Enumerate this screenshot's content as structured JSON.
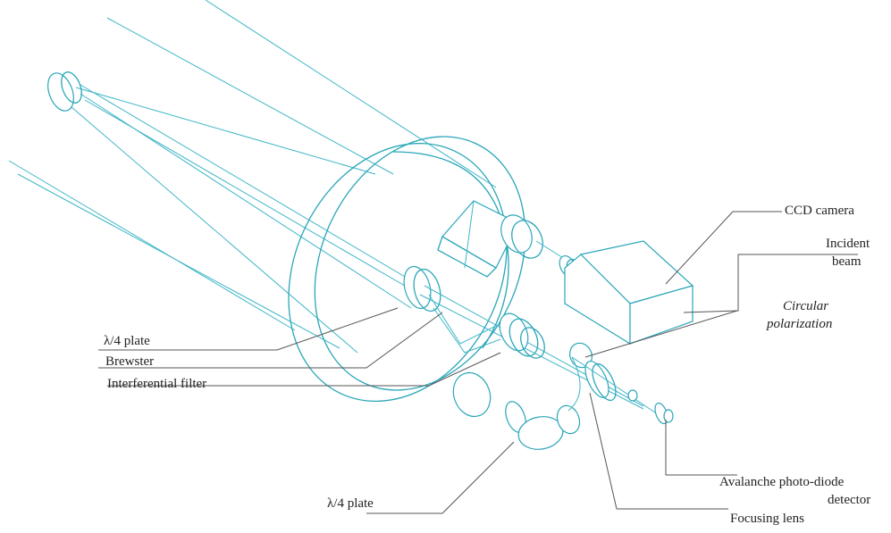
{
  "labels": {
    "ccd_camera": "CCD camera",
    "incident_beam_1": "Incident",
    "incident_beam_2": "beam",
    "circular_1": "Circular",
    "circular_2": "polarization",
    "qwp_upper": "λ/4 plate",
    "brewster": "Brewster",
    "interferential_filter": "Interferential filter",
    "qwp_lower": "λ/4 plate",
    "apd_1": "Avalanche photo-diode",
    "apd_2": "detector",
    "focusing_lens": "Focusing lens"
  },
  "colors": {
    "optics": "#3fb6c7",
    "leader_lines": "#555555",
    "text": "#222222"
  }
}
